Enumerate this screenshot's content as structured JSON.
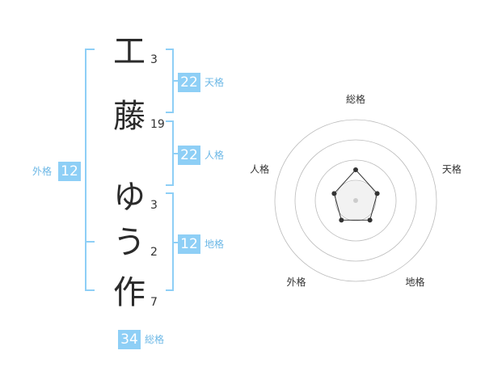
{
  "name_chars": [
    {
      "char": "工",
      "strokes": "3"
    },
    {
      "char": "藤",
      "strokes": "19"
    },
    {
      "char": "ゆ",
      "strokes": "3"
    },
    {
      "char": "う",
      "strokes": "2"
    },
    {
      "char": "作",
      "strokes": "7"
    }
  ],
  "kaku": {
    "tenkaku": {
      "value": "22",
      "label": "天格"
    },
    "jinkaku": {
      "value": "22",
      "label": "人格"
    },
    "chikaku": {
      "value": "12",
      "label": "地格"
    },
    "gaikaku": {
      "value": "12",
      "label": "外格"
    },
    "soukaku": {
      "value": "34",
      "label": "総格"
    }
  },
  "radar": {
    "axes": [
      "総格",
      "天格",
      "地格",
      "外格",
      "人格"
    ],
    "levels": 4,
    "values": [
      0.38,
      0.28,
      0.3,
      0.3,
      0.28
    ],
    "ring_color": "#bbbbbb",
    "line_color": "#333333"
  },
  "colors": {
    "accent": "#8ecff6",
    "accent_text": "#6db8e6"
  }
}
